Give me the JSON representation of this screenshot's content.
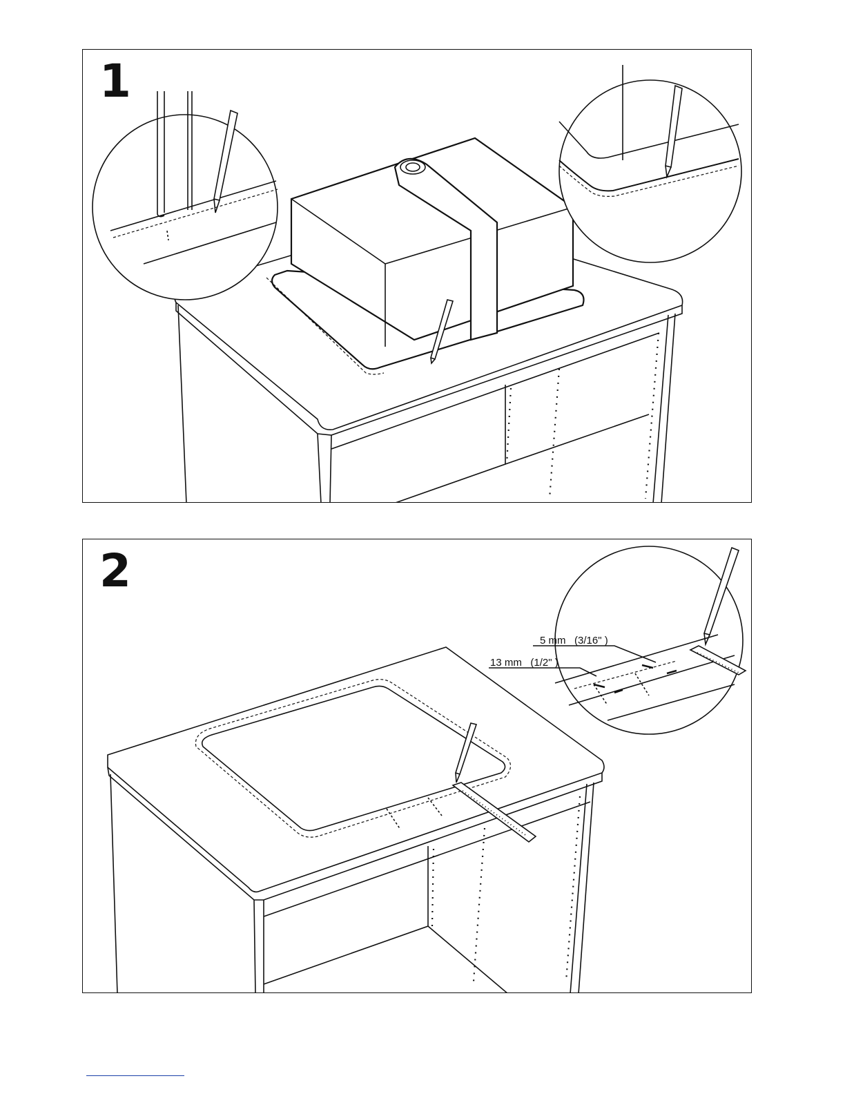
{
  "steps": [
    {
      "number": "1"
    },
    {
      "number": "2"
    }
  ],
  "dimensions": {
    "offset_small": {
      "value": "5 mm",
      "imperial": "(3/16\" )"
    },
    "offset_large": {
      "value": "13 mm",
      "imperial": "(1/2\" )"
    }
  },
  "colors": {
    "line": "#111111",
    "footer_rule": "#1a3fa8"
  }
}
